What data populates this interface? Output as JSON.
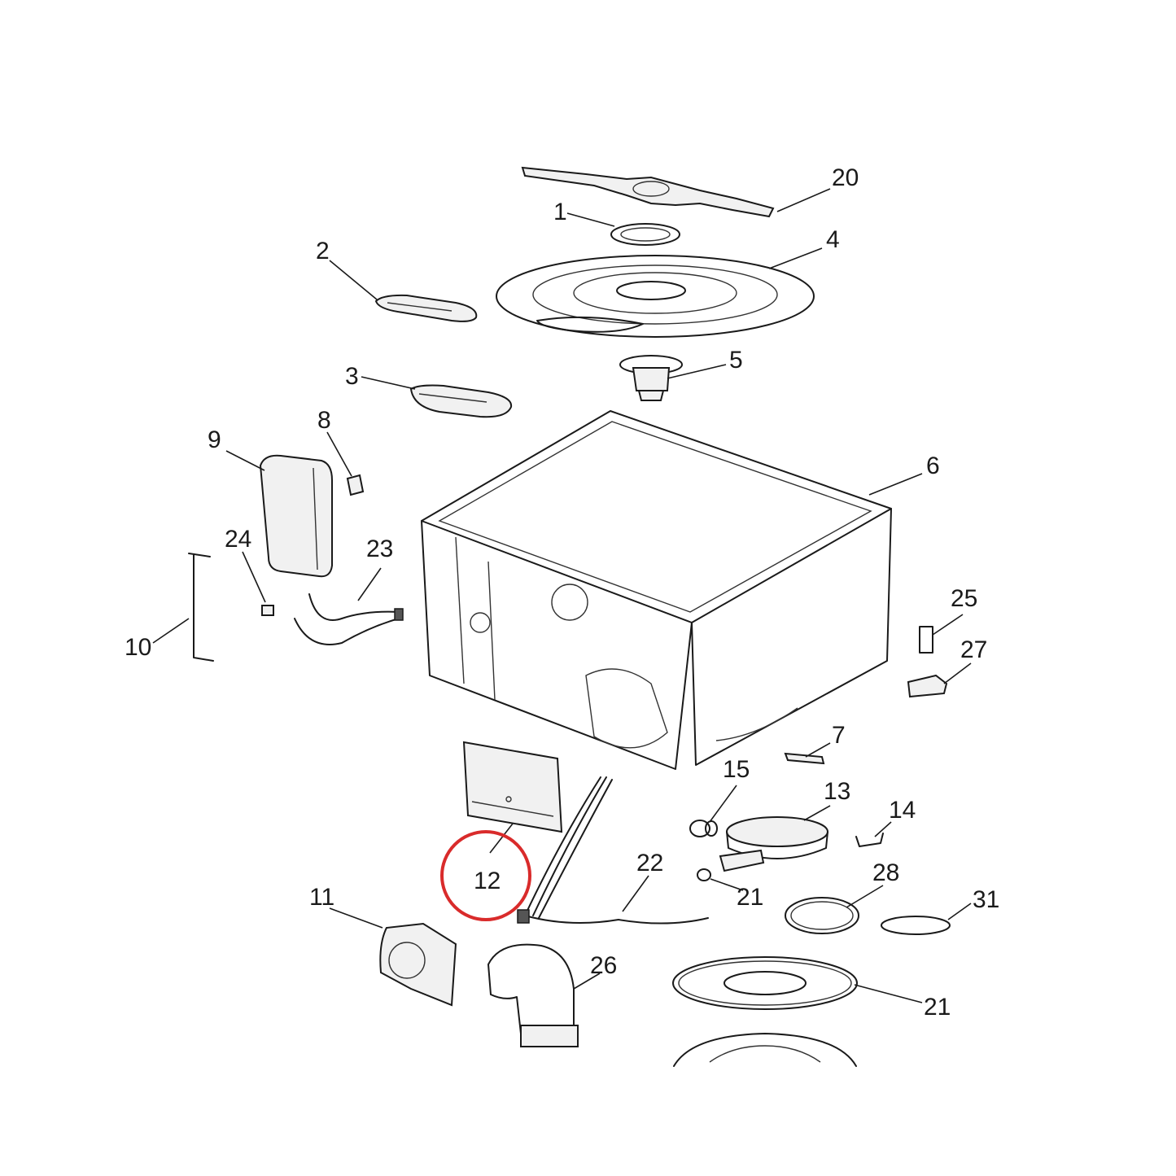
{
  "diagram": {
    "highlight_color": "#d92b2b",
    "line_color": "#1a1a1a",
    "highlighted_callout": "12",
    "callouts": {
      "c1": "1",
      "c2": "2",
      "c3": "3",
      "c4": "4",
      "c5": "5",
      "c6": "6",
      "c7": "7",
      "c8": "8",
      "c9": "9",
      "c10": "10",
      "c11": "11",
      "c12": "12",
      "c13": "13",
      "c14": "14",
      "c15": "15",
      "c20": "20",
      "c21a": "21",
      "c21b": "21",
      "c22": "22",
      "c23": "23",
      "c24": "24",
      "c25": "25",
      "c26": "26",
      "c27": "27",
      "c28": "28",
      "c31": "31"
    }
  }
}
